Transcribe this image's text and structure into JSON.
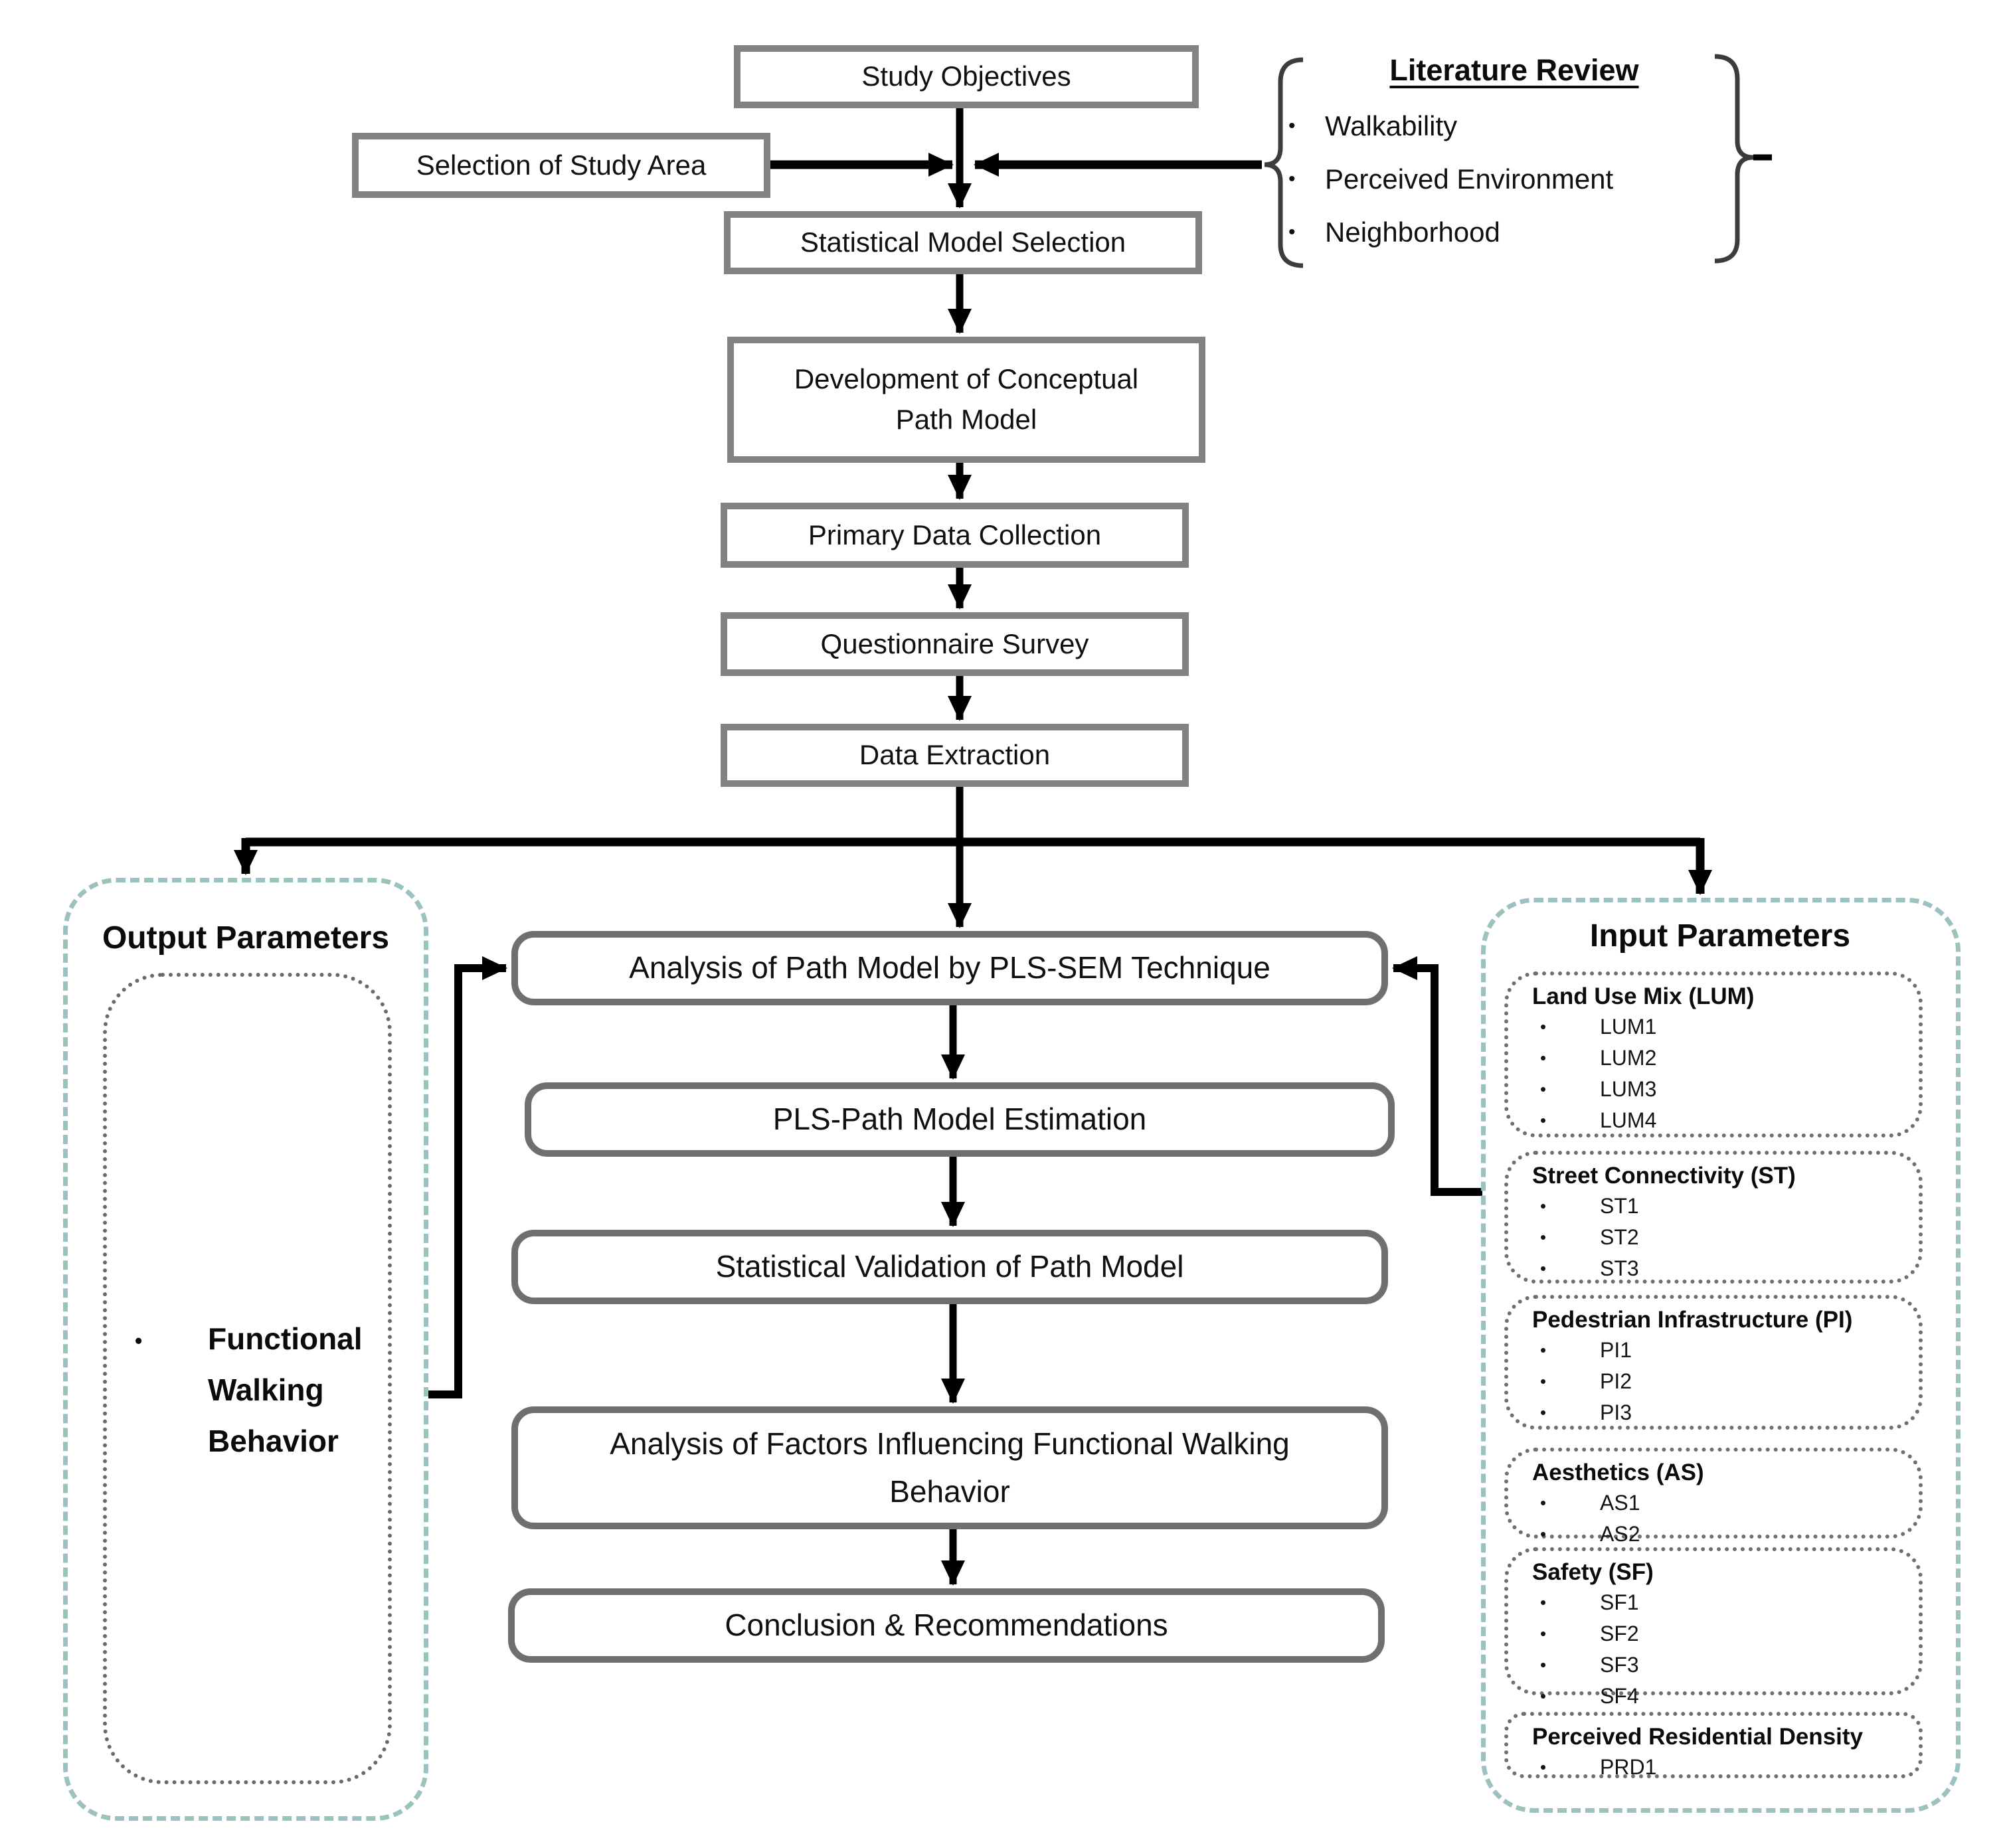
{
  "flow": {
    "top_boxes": [
      {
        "label": "Study Objectives"
      },
      {
        "label": "Selection of Study Area"
      },
      {
        "label": "Statistical Model Selection"
      },
      {
        "label": "Development of Conceptual Path Model"
      },
      {
        "label": "Primary Data Collection"
      },
      {
        "label": "Questionnaire Survey"
      },
      {
        "label": "Data Extraction"
      }
    ],
    "center_boxes": [
      {
        "label": "Analysis of Path Model by PLS-SEM Technique"
      },
      {
        "label": "PLS-Path Model Estimation"
      },
      {
        "label": "Statistical Validation of Path Model"
      },
      {
        "label": "Analysis of Factors Influencing Functional Walking Behavior"
      },
      {
        "label": "Conclusion & Recommendations"
      }
    ]
  },
  "literature_review": {
    "title": "Literature Review",
    "items": [
      "Walkability",
      "Perceived Environment",
      "Neighborhood"
    ]
  },
  "output_parameters": {
    "title": "Output Parameters",
    "items": [
      "Functional Walking Behavior"
    ]
  },
  "input_parameters": {
    "title": "Input Parameters",
    "groups": [
      {
        "header": "Land Use Mix (LUM)",
        "items": [
          "LUM1",
          "LUM2",
          "LUM3",
          "LUM4"
        ]
      },
      {
        "header": "Street Connectivity (ST)",
        "items": [
          "ST1",
          "ST2",
          "ST3"
        ]
      },
      {
        "header": "Pedestrian Infrastructure (PI)",
        "items": [
          "PI1",
          "PI2",
          "PI3"
        ]
      },
      {
        "header": "Aesthetics (AS)",
        "items": [
          "AS1",
          "AS2"
        ]
      },
      {
        "header": "Safety (SF)",
        "items": [
          "SF1",
          "SF2",
          "SF3",
          "SF4"
        ]
      },
      {
        "header": "Perceived Residential Density",
        "items": [
          "PRD1"
        ]
      }
    ]
  },
  "glyphs": {
    "bullet": "•"
  }
}
